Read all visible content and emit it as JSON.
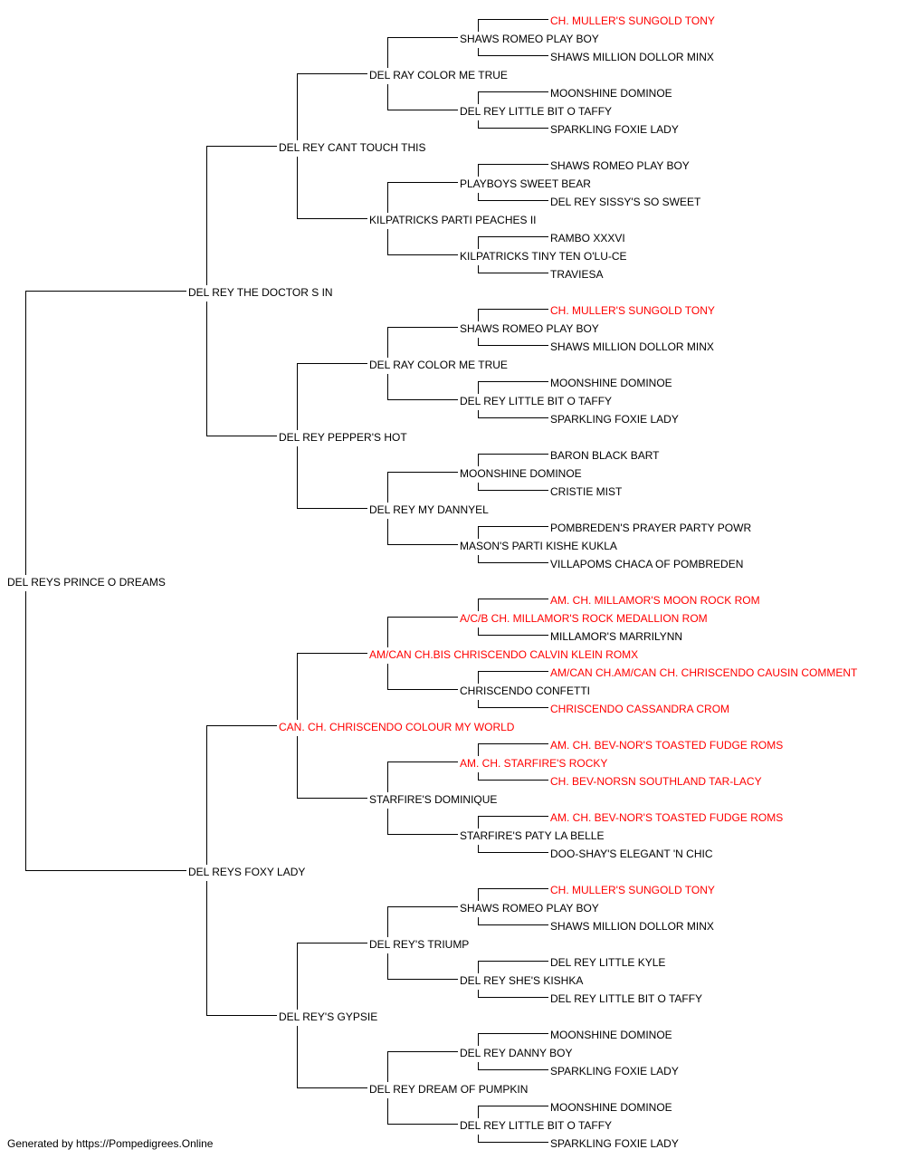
{
  "colors": {
    "normal": "#000000",
    "champion": "#ff0000"
  },
  "footer": "Generated by https://Pompedigrees.Online",
  "pedigree": {
    "name": "DEL REYS PRINCE O DREAMS",
    "ch": false,
    "sire": {
      "name": "DEL REY THE DOCTOR S IN",
      "ch": false,
      "sire": {
        "name": "DEL REY CANT TOUCH THIS",
        "ch": false,
        "sire": {
          "name": "DEL RAY COLOR ME TRUE",
          "ch": false,
          "sire": {
            "name": "SHAWS ROMEO PLAY BOY",
            "ch": false,
            "sire": {
              "name": "CH. MULLER'S SUNGOLD TONY",
              "ch": true
            },
            "dam": {
              "name": "SHAWS MILLION DOLLOR MINX",
              "ch": false
            }
          },
          "dam": {
            "name": "DEL REY LITTLE BIT O TAFFY",
            "ch": false,
            "sire": {
              "name": "MOONSHINE DOMINOE",
              "ch": false
            },
            "dam": {
              "name": "SPARKLING FOXIE LADY",
              "ch": false
            }
          }
        },
        "dam": {
          "name": "KILPATRICKS PARTI PEACHES II",
          "ch": false,
          "sire": {
            "name": "PLAYBOYS SWEET BEAR",
            "ch": false,
            "sire": {
              "name": "SHAWS ROMEO PLAY BOY",
              "ch": false
            },
            "dam": {
              "name": "DEL REY SISSY'S SO SWEET",
              "ch": false
            }
          },
          "dam": {
            "name": "KILPATRICKS TINY TEN O'LU-CE",
            "ch": false,
            "sire": {
              "name": "RAMBO XXXVI",
              "ch": false
            },
            "dam": {
              "name": "TRAVIESA",
              "ch": false
            }
          }
        }
      },
      "dam": {
        "name": "DEL REY PEPPER'S HOT",
        "ch": false,
        "sire": {
          "name": "DEL RAY COLOR ME TRUE",
          "ch": false,
          "sire": {
            "name": "SHAWS ROMEO PLAY BOY",
            "ch": false,
            "sire": {
              "name": "CH. MULLER'S SUNGOLD TONY",
              "ch": true
            },
            "dam": {
              "name": "SHAWS MILLION DOLLOR MINX",
              "ch": false
            }
          },
          "dam": {
            "name": "DEL REY LITTLE BIT O TAFFY",
            "ch": false,
            "sire": {
              "name": "MOONSHINE DOMINOE",
              "ch": false
            },
            "dam": {
              "name": "SPARKLING FOXIE LADY",
              "ch": false
            }
          }
        },
        "dam": {
          "name": "DEL REY MY DANNYEL",
          "ch": false,
          "sire": {
            "name": "MOONSHINE DOMINOE",
            "ch": false,
            "sire": {
              "name": "BARON BLACK BART",
              "ch": false
            },
            "dam": {
              "name": "CRISTIE MIST",
              "ch": false
            }
          },
          "dam": {
            "name": "MASON'S PARTI KISHE KUKLA",
            "ch": false,
            "sire": {
              "name": "POMBREDEN'S PRAYER PARTY POWR",
              "ch": false
            },
            "dam": {
              "name": "VILLAPOMS CHACA OF POMBREDEN",
              "ch": false
            }
          }
        }
      }
    },
    "dam": {
      "name": "DEL REYS FOXY LADY",
      "ch": false,
      "sire": {
        "name": "CAN. CH. CHRISCENDO COLOUR MY WORLD",
        "ch": true,
        "sire": {
          "name": "AM/CAN CH.BIS CHRISCENDO CALVIN KLEIN ROMX",
          "ch": true,
          "sire": {
            "name": "A/C/B CH. MILLAMOR'S ROCK MEDALLION ROM",
            "ch": true,
            "sire": {
              "name": "AM. CH. MILLAMOR'S MOON ROCK ROM",
              "ch": true
            },
            "dam": {
              "name": "MILLAMOR'S MARRILYNN",
              "ch": false
            }
          },
          "dam": {
            "name": "CHRISCENDO CONFETTI",
            "ch": false,
            "sire": {
              "name": "AM/CAN CH.AM/CAN CH. CHRISCENDO CAUSIN COMMENT",
              "ch": true
            },
            "dam": {
              "name": "CHRISCENDO CASSANDRA CROM",
              "ch": true
            }
          }
        },
        "dam": {
          "name": "STARFIRE'S DOMINIQUE",
          "ch": false,
          "sire": {
            "name": "AM. CH. STARFIRE'S ROCKY",
            "ch": true,
            "sire": {
              "name": "AM. CH. BEV-NOR'S TOASTED FUDGE ROMS",
              "ch": true
            },
            "dam": {
              "name": "CH. BEV-NORSN SOUTHLAND TAR-LACY",
              "ch": true
            }
          },
          "dam": {
            "name": "STARFIRE'S PATY LA BELLE",
            "ch": false,
            "sire": {
              "name": "AM. CH. BEV-NOR'S TOASTED FUDGE ROMS",
              "ch": true
            },
            "dam": {
              "name": "DOO-SHAY'S ELEGANT 'N CHIC",
              "ch": false
            }
          }
        }
      },
      "dam": {
        "name": "DEL REY'S GYPSIE",
        "ch": false,
        "sire": {
          "name": "DEL REY'S TRIUMP",
          "ch": false,
          "sire": {
            "name": "SHAWS ROMEO PLAY BOY",
            "ch": false,
            "sire": {
              "name": "CH. MULLER'S SUNGOLD TONY",
              "ch": true
            },
            "dam": {
              "name": "SHAWS MILLION DOLLOR MINX",
              "ch": false
            }
          },
          "dam": {
            "name": "DEL REY SHE'S KISHKA",
            "ch": false,
            "sire": {
              "name": "DEL REY LITTLE KYLE",
              "ch": false
            },
            "dam": {
              "name": "DEL REY LITTLE BIT O TAFFY",
              "ch": false
            }
          }
        },
        "dam": {
          "name": "DEL REY DREAM OF PUMPKIN",
          "ch": false,
          "sire": {
            "name": "DEL REY DANNY BOY",
            "ch": false,
            "sire": {
              "name": "MOONSHINE DOMINOE",
              "ch": false
            },
            "dam": {
              "name": "SPARKLING FOXIE LADY",
              "ch": false
            }
          },
          "dam": {
            "name": "DEL REY LITTLE BIT O TAFFY",
            "ch": false,
            "sire": {
              "name": "MOONSHINE DOMINOE",
              "ch": false
            },
            "dam": {
              "name": "SPARKLING FOXIE LADY",
              "ch": false
            }
          }
        }
      }
    }
  }
}
